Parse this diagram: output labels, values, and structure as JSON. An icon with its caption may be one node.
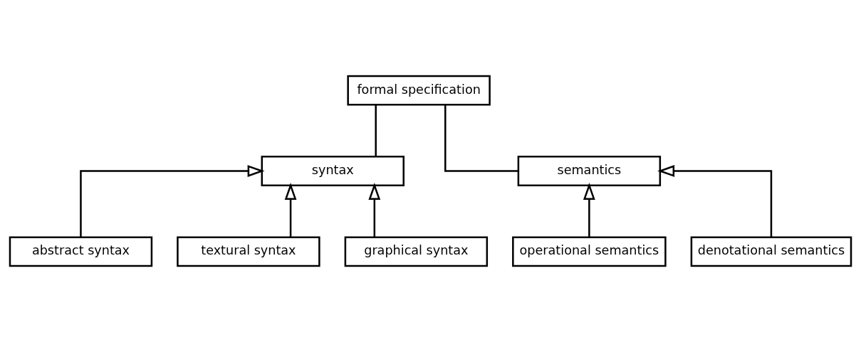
{
  "diagram": {
    "nodes": [
      {
        "text": [
          "formal specification"
        ]
      },
      {
        "text": [
          "syntax"
        ]
      },
      {
        "text": [
          "semantics"
        ]
      },
      {
        "text": [
          "abstract syntax"
        ]
      },
      {
        "text": [
          "textural syntax"
        ]
      },
      {
        "text": [
          "graphical syntax"
        ]
      },
      {
        "text": [
          "operational semantics"
        ]
      },
      {
        "text": [
          "denotational semantics"
        ]
      }
    ],
    "edges": [
      {
        "from": 0,
        "to": 1,
        "arrow": "none"
      },
      {
        "from": 0,
        "to": 2,
        "arrow": "none"
      },
      {
        "from": 3,
        "to": 1,
        "arrow": "to"
      },
      {
        "from": 4,
        "to": 1,
        "arrow": "to"
      },
      {
        "from": 5,
        "to": 1,
        "arrow": "to"
      },
      {
        "from": 6,
        "to": 2,
        "arrow": "to"
      },
      {
        "from": 7,
        "to": 2,
        "arrow": "to"
      }
    ]
  }
}
